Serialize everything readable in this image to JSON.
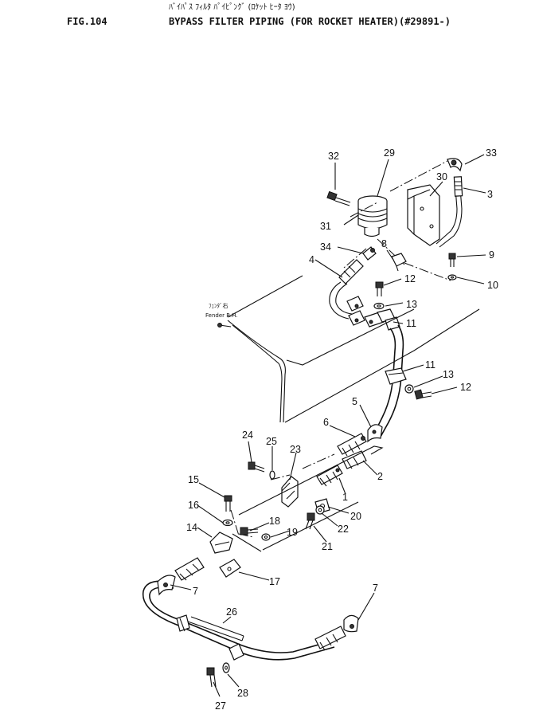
{
  "header": {
    "fig_number": "FIG.104",
    "title_jp": "ﾊﾞｲﾊﾟｽ ﾌｨﾙﾀ ﾊﾟｲﾋﾟﾝｸﾞ (ﾛｹｯﾄ ﾋｰﾀ ﾖｳ)",
    "title_en": "BYPASS FILTER PIPING (FOR ROCKET HEATER)(#29891-)"
  },
  "annotation": {
    "fender_jp": "ﾌｪﾝﾀﾞ右",
    "fender_en": "Fender R.H."
  },
  "callouts": [
    "32",
    "29",
    "33",
    "30",
    "3",
    "31",
    "34",
    "8",
    "9",
    "4",
    "12",
    "10",
    "13",
    "11",
    "11",
    "13",
    "12",
    "5",
    "6",
    "24",
    "25",
    "23",
    "2",
    "1",
    "15",
    "20",
    "16",
    "22",
    "18",
    "14",
    "19",
    "21",
    "17",
    "7",
    "26",
    "7",
    "28",
    "27"
  ]
}
